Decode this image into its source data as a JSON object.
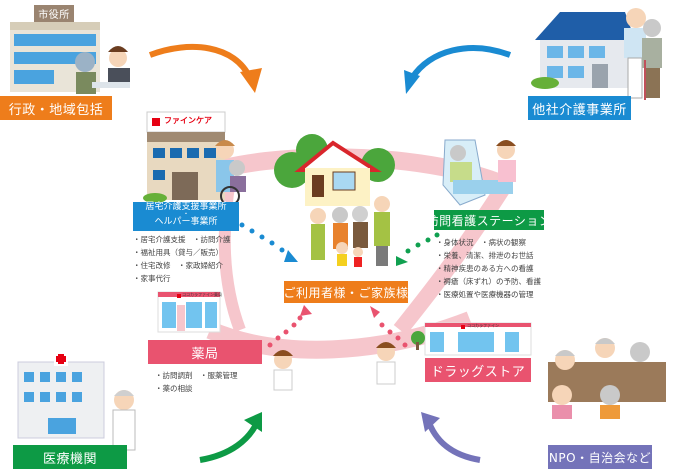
{
  "colors": {
    "orange": "#ee7d1b",
    "blue": "#1a8bd2",
    "green": "#0d9a45",
    "purple": "#7473b9",
    "pink": "#e9536f",
    "ring": "#f6c6cc",
    "dots_blue": "#1a8bd2",
    "dots_green": "#10a050",
    "dots_pink": "#e9536f"
  },
  "city_hall": {
    "sign": "市役所",
    "label": "行政・地域包括"
  },
  "other_care": {
    "label": "他社介護事業所"
  },
  "care_office": {
    "sign": "ファインケア",
    "title_line1": "居宅介護支援事業所",
    "title_dot": "・",
    "title_line2": "ヘルパー事業所",
    "items": [
      "・居宅介護支援　・訪問介護",
      "・福祉用具（貸与／販売）",
      "・住宅改修　・家政婦紹介",
      "・家事代行"
    ]
  },
  "nursing_station": {
    "title": "訪問看護ステーション",
    "items": [
      "・身体状況　・病状の観察",
      "・栄養、清潔、排泄のお世話",
      "・精神疾患のある方への看護",
      "・褥瘡（床ずれ）の予防、看護",
      "・医療処置や医療機器の管理"
    ]
  },
  "center": {
    "label": "ご利用者様・ご家族様"
  },
  "pharmacy": {
    "title": "薬局",
    "sign": "ココカラファイン薬局",
    "items": [
      "・訪問調剤　・服薬管理",
      "・薬の相談"
    ]
  },
  "drugstore": {
    "title": "ドラッグストア",
    "sign": "ココカラファイン"
  },
  "hospital": {
    "label": "医療機関"
  },
  "npo": {
    "label": "NPO・自治会など"
  }
}
